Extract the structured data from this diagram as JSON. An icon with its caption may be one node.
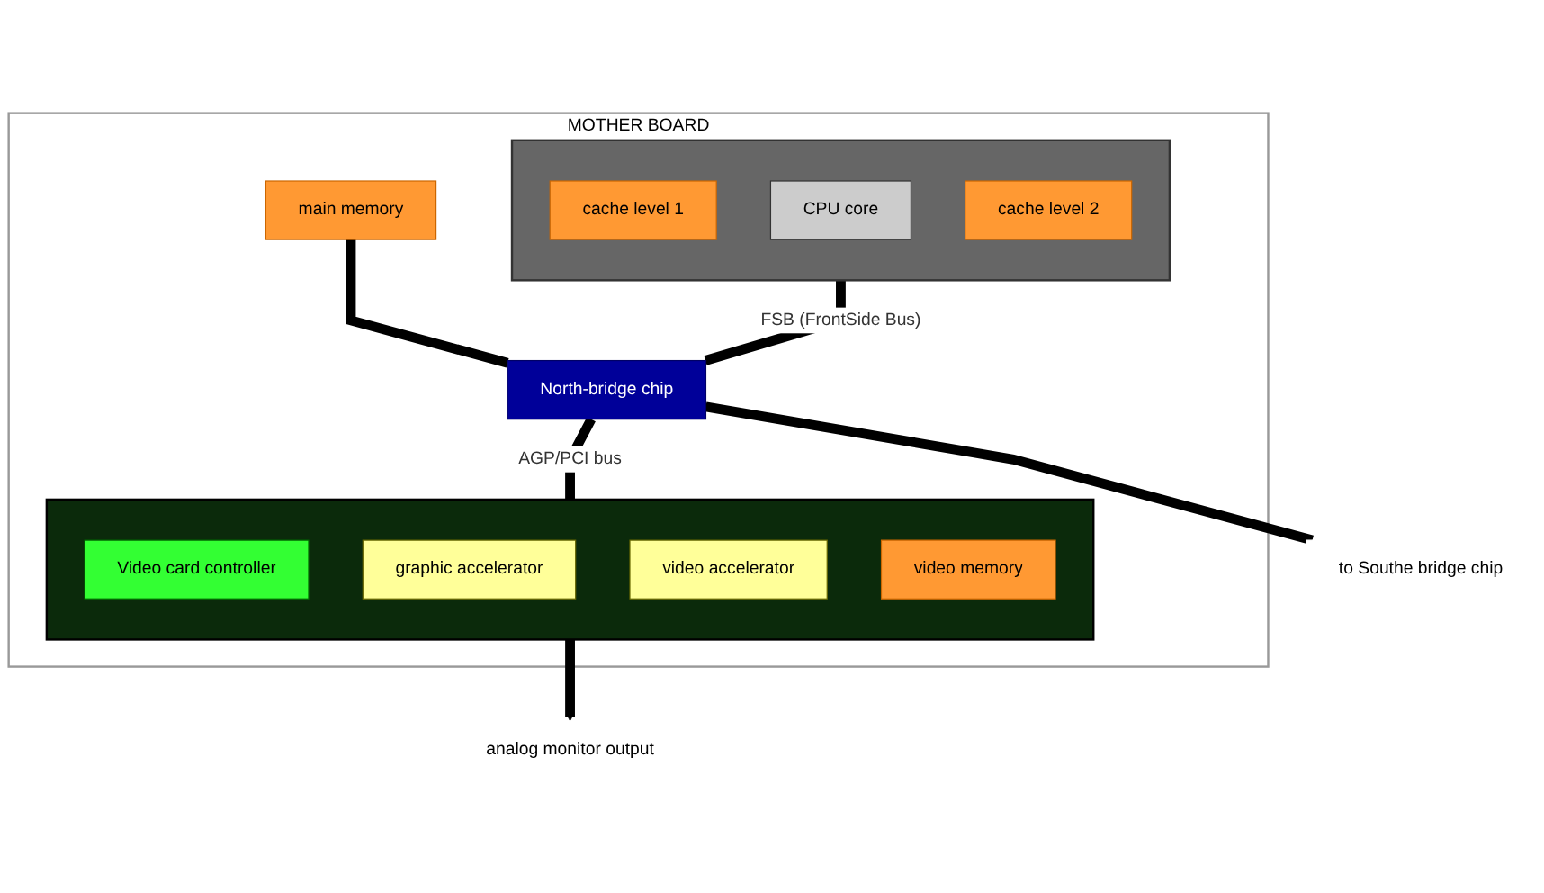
{
  "diagram": {
    "nodes": [
      {
        "text": [
          "MOTHER BOARD"
        ]
      },
      {
        "text": [],
        "shape": "box",
        "in": 0
      },
      {
        "text": [
          "cache level 1"
        ],
        "in": 1
      },
      {
        "text": [
          "CPU core"
        ],
        "in": 1
      },
      {
        "text": [
          "cache level 2"
        ],
        "in": 1
      },
      {
        "text": [
          "main memory"
        ],
        "in": 0
      },
      {
        "text": [
          "North-bridge chip"
        ],
        "in": 0
      },
      {
        "text": [],
        "shape": "box",
        "in": 0
      },
      {
        "text": [
          "Video card controller"
        ],
        "in": 7
      },
      {
        "text": [
          "graphic accelerator"
        ],
        "in": 7
      },
      {
        "text": [
          "video accelerator"
        ],
        "in": 7
      },
      {
        "text": [
          "video memory"
        ],
        "in": 7
      },
      {
        "text": [
          "to Southe bridge chip"
        ]
      },
      {
        "text": [
          "analog monitor output"
        ]
      }
    ],
    "edges": [
      {
        "from": 1,
        "to": 6,
        "arrow": "none",
        "label": "FSB (FrontSide Bus)"
      },
      {
        "from": 5,
        "to": 6,
        "arrow": "none"
      },
      {
        "from": 6,
        "to": 7,
        "arrow": "none",
        "label": "AGP/PCI bus"
      },
      {
        "from": 6,
        "to": 12,
        "arrow": "none"
      },
      {
        "from": 7,
        "to": 13,
        "arrow": "to"
      }
    ]
  }
}
